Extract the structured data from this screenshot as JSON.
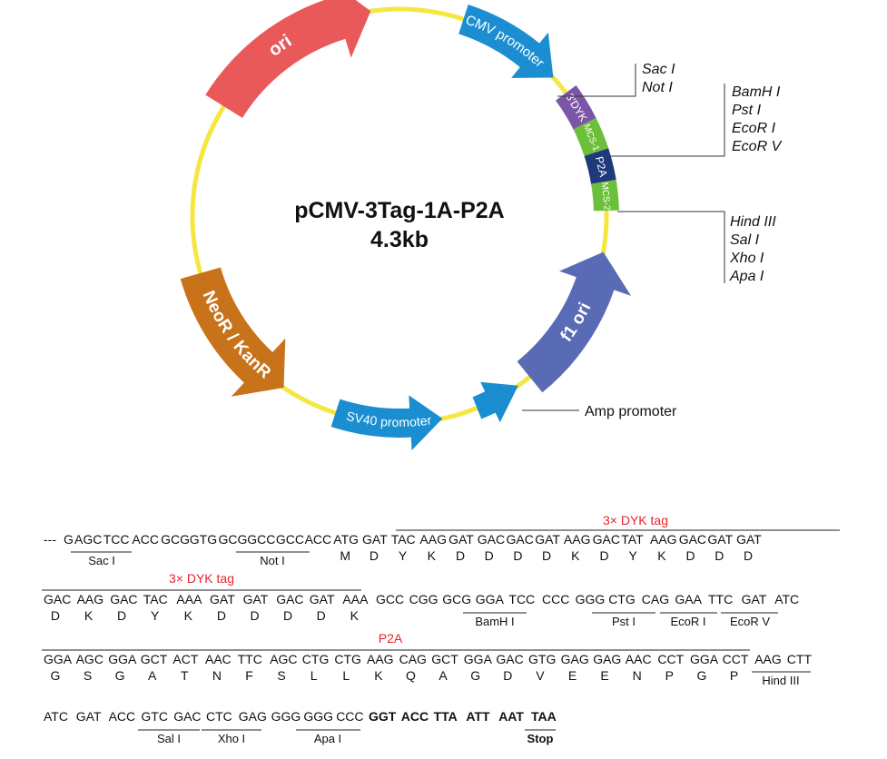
{
  "plasmid": {
    "name": "pCMV-3Tag-1A-P2A",
    "size": "4.3kb",
    "features": {
      "cmv": "CMV promoter",
      "ori": "ori",
      "neo": "NeoR / KanR",
      "sv40": "SV40 promoter",
      "f1": "f1 ori",
      "dyk": "3'DYK",
      "mcs1": "MCS-1",
      "p2a": "P2A",
      "mcs2": "MCS-2"
    },
    "amp_label": "Amp promoter",
    "site_groups": [
      [
        "Sac I",
        "Not I"
      ],
      [
        "BamH I",
        "Pst I",
        "EcoR I",
        "EcoR V"
      ],
      [
        "Hind III",
        "Sal I",
        "Xho I",
        "Apa I"
      ]
    ],
    "colors": {
      "backbone": "#f5e642",
      "cmv": "#1a8ed0",
      "ori": "#e9595a",
      "neo": "#c8731a",
      "sv40": "#1a8ed0",
      "amp": "#1a8ed0",
      "f1": "#5a6bb5",
      "dyk": "#7b56a6",
      "mcs": "#6cbf3b",
      "p2a": "#1f3a7a"
    }
  },
  "sequence": {
    "lines": [
      {
        "codons": [
          "---",
          "G",
          "AGC",
          "TCC",
          "ACC",
          "GCG",
          "GTG",
          "GCG",
          "GCC",
          "GCC",
          "ACC",
          "ATG",
          "GAT",
          "TAC",
          "AAG",
          "GAT",
          "GAC",
          "GAC",
          "GAT",
          "AAG",
          "GAC",
          "TAT",
          "AAG",
          "GAC",
          "GAT",
          "GAT"
        ],
        "aa": [
          "",
          "",
          "",
          "",
          "",
          "",
          "",
          "",
          "",
          "",
          "",
          "M",
          "D",
          "Y",
          "K",
          "D",
          "D",
          "D",
          "D",
          "K",
          "D",
          "Y",
          "K",
          "D",
          "D",
          "D"
        ]
      },
      {
        "codons": [
          "GAC",
          "AAG",
          "GAC",
          "TAC",
          "AAA",
          "GAT",
          "GAT",
          "GAC",
          "GAT",
          "AAA",
          "GCC",
          "CGG",
          "GCG",
          "GGA",
          "TCC",
          "CCC",
          "GGG",
          "CTG",
          "CAG",
          "GAA",
          "TTC",
          "GAT",
          "ATC"
        ],
        "aa": [
          "D",
          "K",
          "D",
          "Y",
          "K",
          "D",
          "D",
          "D",
          "D",
          "K",
          "",
          "",
          "",
          "",
          "",
          "",
          "",
          "",
          "",
          "",
          "",
          "",
          ""
        ]
      },
      {
        "codons": [
          "GGA",
          "AGC",
          "GGA",
          "GCT",
          "ACT",
          "AAC",
          "TTC",
          "AGC",
          "CTG",
          "CTG",
          "AAG",
          "CAG",
          "GCT",
          "GGA",
          "GAC",
          "GTG",
          "GAG",
          "GAG",
          "AAC",
          "CCT",
          "GGA",
          "CCT",
          "AAG",
          "CTT"
        ],
        "aa": [
          "G",
          "S",
          "G",
          "A",
          "T",
          "N",
          "F",
          "S",
          "L",
          "L",
          "K",
          "Q",
          "A",
          "G",
          "D",
          "V",
          "E",
          "E",
          "N",
          "P",
          "G",
          "P",
          "",
          ""
        ]
      },
      {
        "codons": [
          "ATC",
          "GAT",
          "ACC",
          "GTC",
          "GAC",
          "CTC",
          "GAG",
          "GGG",
          "GGG",
          "CCC",
          "GGT",
          "ACC",
          "TTA",
          "ATT",
          "AAT",
          "TAA"
        ],
        "aa": []
      }
    ],
    "tags": {
      "dyk1": "3× DYK tag",
      "dyk2": "3× DYK tag",
      "p2a": "P2A"
    },
    "enzymes": {
      "sac": "Sac I",
      "not": "Not I",
      "bam": "BamH I",
      "pst": "Pst I",
      "ecori": "EcoR I",
      "ecorv": "EcoR V",
      "hind": "Hind III",
      "sal": "Sal I",
      "xho": "Xho I",
      "apa": "Apa I"
    },
    "stop": "Stop",
    "tag_color": "#e8242b"
  }
}
